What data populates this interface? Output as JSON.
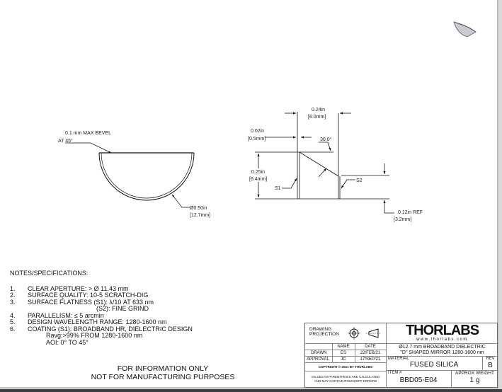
{
  "front_view": {
    "bevel_note_1": "0.1 mm MAX BEVEL",
    "bevel_note_2": "AT 45°",
    "dia_in": "Ø0.50in",
    "dia_mm": "[12.7mm]"
  },
  "side_view": {
    "width_in": "0.24in",
    "width_mm": "[6.0mm]",
    "edge_in": "0.02in",
    "edge_mm": "[0.5mm]",
    "angle": "30.0°",
    "height_in": "0.25in",
    "height_mm": "[6.4mm]",
    "s1": "S1",
    "s2": "S2",
    "ref_in": "0.12in  REF",
    "ref_mm": "[3.2mm]"
  },
  "notes": {
    "title": "NOTES/SPECIFICATIONS:",
    "items": [
      {
        "n": "1.",
        "text": "CLEAR APERTURE: > Ø 11.43 mm"
      },
      {
        "n": "2.",
        "text": "SURFACE QUALITY: 10-5 SCRATCH-DIG"
      },
      {
        "n": "3.",
        "text": "SURFACE FLATNESS (S1): λ/10 AT 633 nm",
        "sub": "(S2): FINE GRIND"
      },
      {
        "n": "4.",
        "text": "PARALLELISM: ≤ 5 arcmin"
      },
      {
        "n": "5.",
        "text": "DESIGN WAVELENGTH RANGE: 1280-1600 nm"
      },
      {
        "n": "6.",
        "text": "COATING (S1): BROADBAND HR, DIELECTRIC DESIGN",
        "sub1": "Ravg:>99% FROM 1280-1600 nm",
        "sub2": "AOI: 0° TO 45°"
      }
    ]
  },
  "disclaimer": {
    "line1": "FOR INFORMATION ONLY",
    "line2": "NOT FOR MANUFACTURING PURPOSES"
  },
  "title_block": {
    "projection_label": "DRAWING PROJECTION",
    "name_header": "NAME",
    "date_header": "DATE",
    "drawn_label": "DRAWN",
    "drawn_name": "ES",
    "drawn_date": "22/FEB/21",
    "approval_label": "APPROVAL",
    "approval_name": "JC",
    "approval_date": "17/SEP/21",
    "copyright": "COPYRIGHT © 2021 BY THORLABS",
    "values_note_1": "VALUES IN PARENTHESIS ARE CALCULATED",
    "values_note_2": "AND MAY CONTAIN ROUNDOFF ERRORS",
    "logo": "THORLABS",
    "website": "www.thorlabs.com",
    "description_1": "Ø12.7 mm BROADBAND DIELECTRIC",
    "description_2": "\"D\" SHAPED MIRROR 1280-1600 nm",
    "material_label": "MATERIAL",
    "material": "FUSED SILICA",
    "rev_label": "REV",
    "rev": "B",
    "item_label": "ITEM #",
    "item": "BBD05-E04",
    "weight_label": "APPROX WEIGHT",
    "weight": "1 g"
  }
}
